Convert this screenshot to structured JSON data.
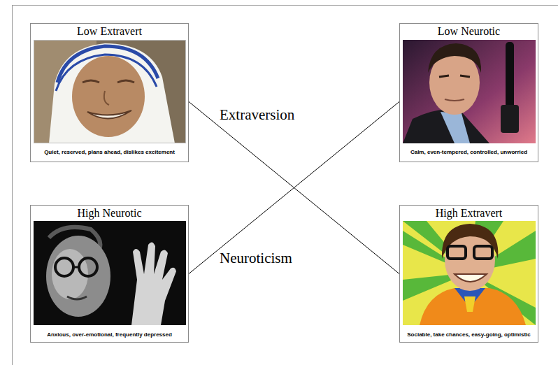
{
  "diagram": {
    "nodes": [
      {
        "text": [
          "Low Extravert",
          "Quiet, reserved, plans ahead, dislikes excitement"
        ]
      },
      {
        "text": [
          "Low Neurotic",
          "Calm, even-tempered, controlled, unworried"
        ]
      },
      {
        "text": [
          "High Neurotic",
          "Anxious, over-emotional, frequently depressed"
        ]
      },
      {
        "text": [
          "High Extravert",
          "Sociable, take chances, easy-going, optimistic"
        ]
      }
    ],
    "edges": [
      {
        "from": 0,
        "to": 3,
        "label": "Extraversion",
        "arrow": "none"
      },
      {
        "from": 2,
        "to": 1,
        "label": "Neuroticism",
        "arrow": "none"
      }
    ]
  }
}
